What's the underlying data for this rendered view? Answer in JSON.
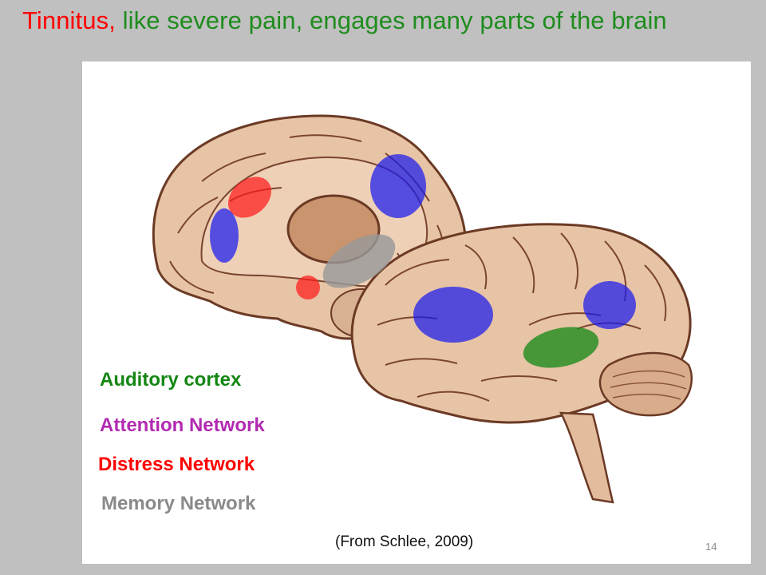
{
  "title": {
    "part1": "Tinnitus,",
    "part2": "like severe pain, engages many parts of the brain"
  },
  "legend": {
    "auditory": "Auditory cortex",
    "attention": "Attention Network",
    "distress": "Distress Network",
    "memory": "Memory Network"
  },
  "colors": {
    "auditory": "#138613",
    "attention": "#b22ab2",
    "distress": "#ff0000",
    "memory": "#8a8a8a",
    "title_red": "#ff0000",
    "title_green": "#1e8c1e"
  },
  "credit": "(From Schlee, 2009)",
  "page_number": "14"
}
